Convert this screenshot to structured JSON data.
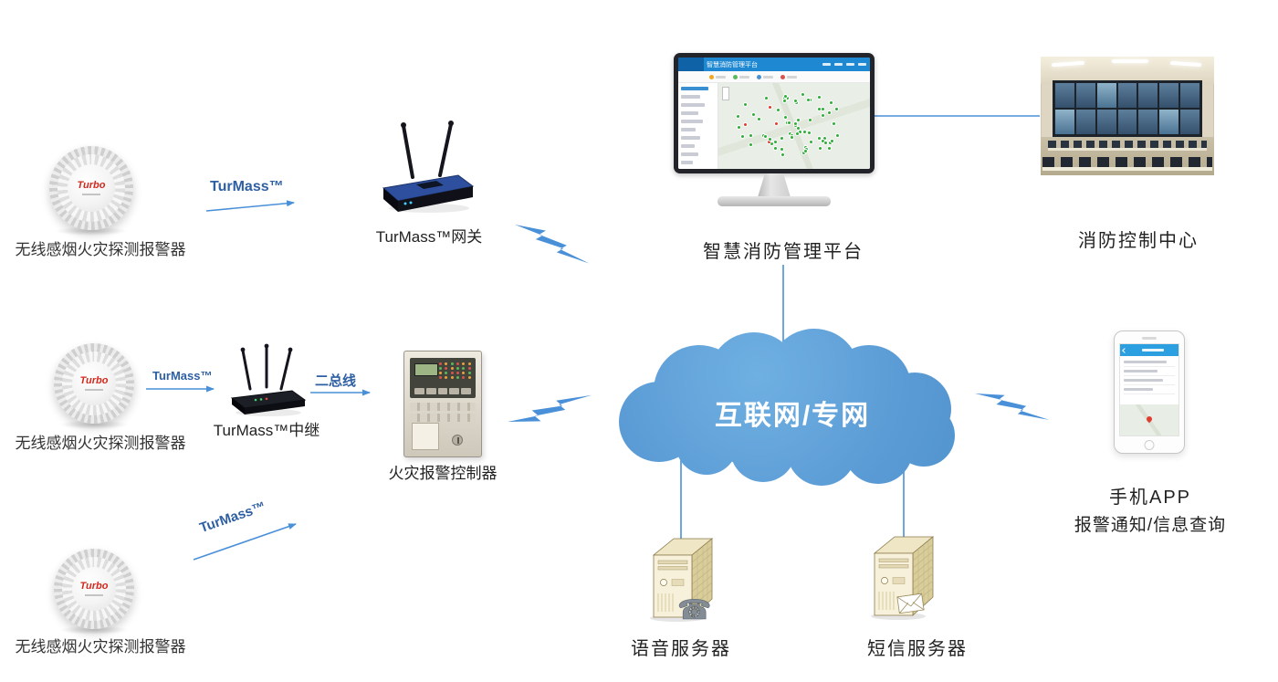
{
  "labels": {
    "detector": "无线感烟火灾探测报警器",
    "detector_brand": "Turbo",
    "link_turmass": "TurMass™",
    "link_two_bus": "二总线",
    "gateway": "TurMass™网关",
    "relay": "TurMass™中继",
    "controller": "火灾报警控制器",
    "platform": "智慧消防管理平台",
    "platform_screen_title": "智慧消防管理平台",
    "control_center": "消防控制中心",
    "cloud": "互联网/专网",
    "voice_server": "语音服务器",
    "sms_server": "短信服务器",
    "phone_line1": "手机APP",
    "phone_line2": "报警通知/信息查询"
  },
  "icons": {
    "handset": "☎"
  },
  "colors": {
    "connector": "#4a90d8",
    "cloud": "#5b9bd5",
    "turmass_text": "#2e5fa3",
    "marker_green": "#2fae3a",
    "marker_red": "#e03c2f"
  }
}
